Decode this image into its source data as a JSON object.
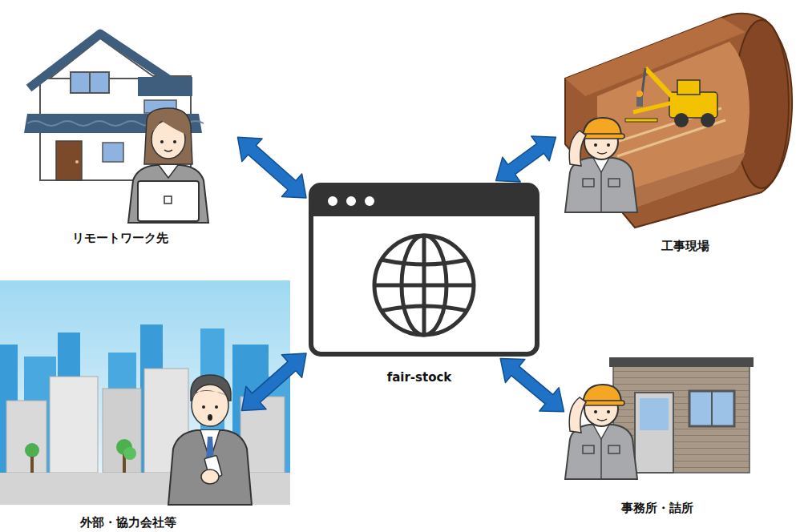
{
  "diagram": {
    "nodes": [
      {
        "text": [
          "リモートワーク先"
        ]
      },
      {
        "text": [
          "工事現場"
        ]
      },
      {
        "text": [
          "fair-stock"
        ]
      },
      {
        "text": [
          "外部・協力会社等"
        ]
      },
      {
        "text": [
          "事務所・詰所"
        ]
      }
    ],
    "edges": [
      {
        "from": 0,
        "to": 2,
        "arrow": "both"
      },
      {
        "from": 1,
        "to": 2,
        "arrow": "both"
      },
      {
        "from": 3,
        "to": 2,
        "arrow": "both"
      },
      {
        "from": 4,
        "to": 2,
        "arrow": "both"
      }
    ]
  }
}
